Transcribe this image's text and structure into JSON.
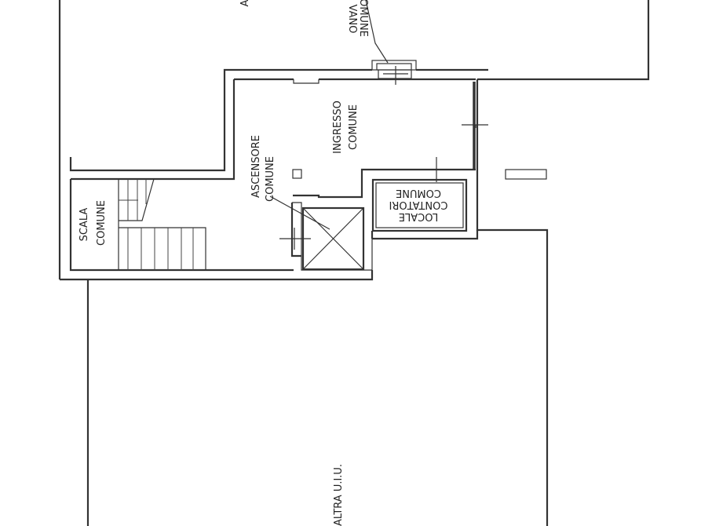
{
  "labels": {
    "top_partial": "A",
    "vano_line1": "VANO",
    "vano_line2": "COMUNE",
    "ingresso_line1": "INGRESSO",
    "ingresso_line2": "COMUNE",
    "ascensore_line1": "ASCENSORE",
    "ascensore_line2": "COMUNE",
    "scala_line1": "SCALA",
    "scala_line2": "COMUNE",
    "locale_line1": "LOCALE",
    "locale_line2": "CONTATORI",
    "locale_line3": "COMUNE",
    "altra_uiu": "ALTRA U.I.U."
  }
}
